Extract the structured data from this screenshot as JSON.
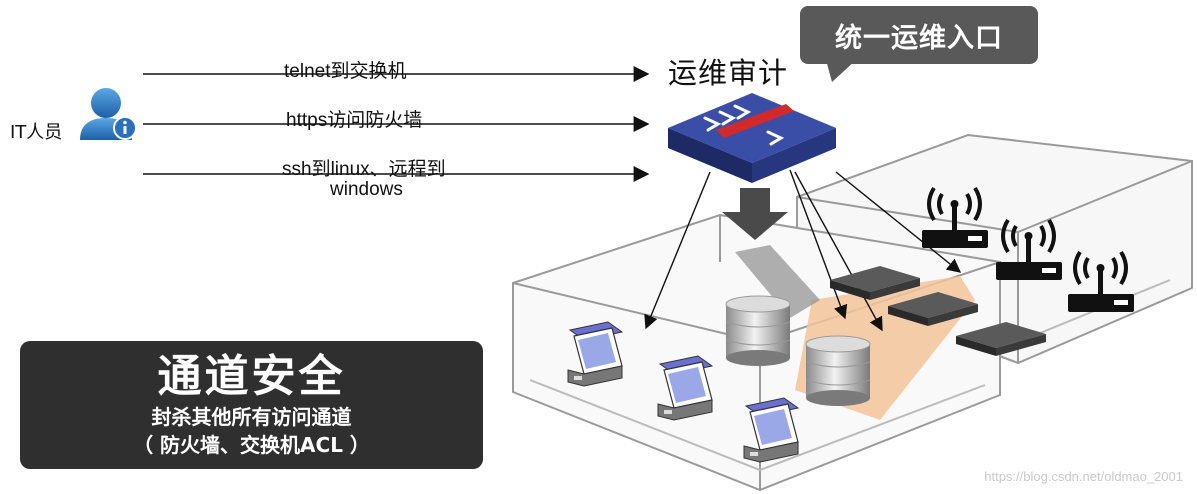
{
  "callout": {
    "text": "统一运维入口"
  },
  "audit": {
    "title": "运维审计"
  },
  "user": {
    "label": "IT人员"
  },
  "arrows": [
    {
      "label": "telnet到交换机"
    },
    {
      "label": "https访问防火墙"
    },
    {
      "label": "ssh到linux、远程到",
      "label2": "windows"
    }
  ],
  "info_box": {
    "title": "通道安全",
    "line1": "封杀其他所有访问通道",
    "line2": "（ 防火墙、交换机ACL ）"
  },
  "colors": {
    "callout_bg": "#595959",
    "info_bg": "#2f2f2f",
    "appliance_blue": "#2e3f8f",
    "appliance_red": "#d22a2a",
    "highlight_orange": "#f4c49a"
  },
  "icons": [
    "user-info-icon",
    "audit-appliance-icon",
    "database-icon",
    "server-document-icon",
    "wireless-router-icon",
    "switch-icon"
  ],
  "watermark": "https://blog.csdn.net/oldmao_2001"
}
